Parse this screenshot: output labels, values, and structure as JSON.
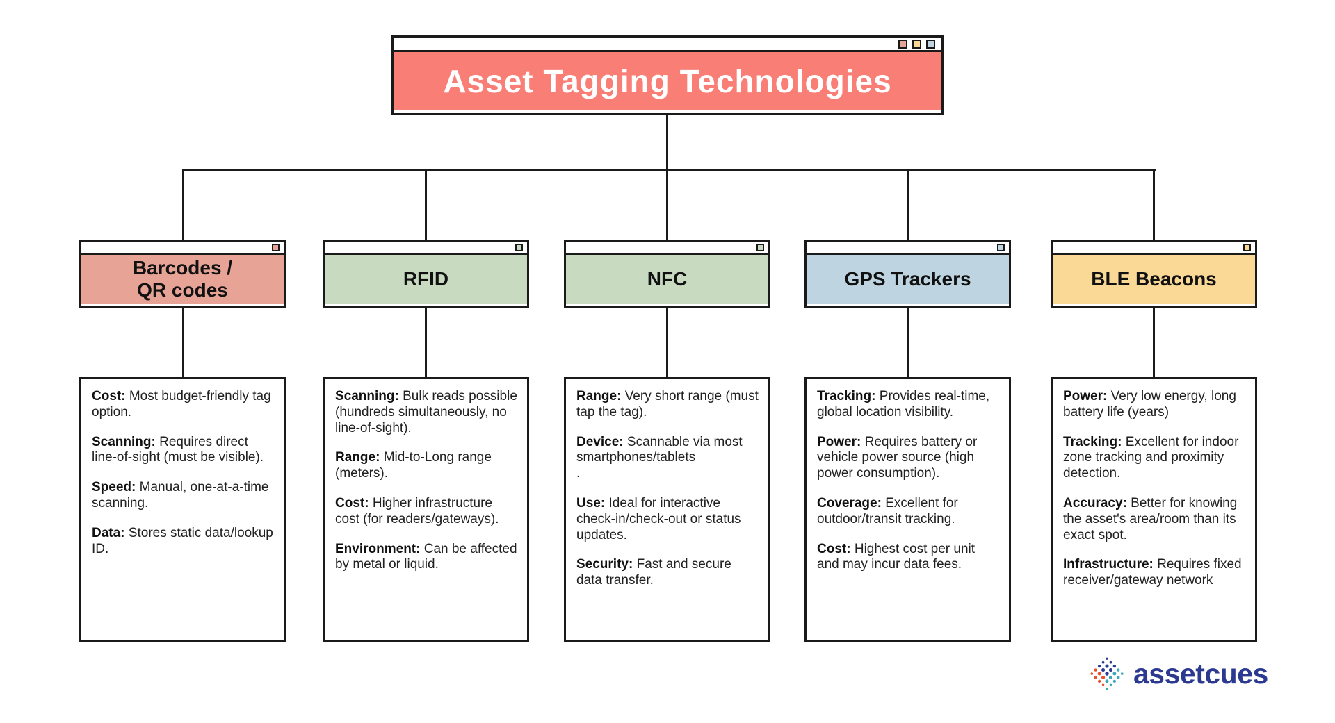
{
  "title": {
    "text": "Asset Tagging Technologies",
    "background": "#F87E76",
    "window_dots": [
      "#E7A396",
      "#FAD896",
      "#BED5E1"
    ]
  },
  "connector_color": "#1a1a1a",
  "cards": [
    {
      "title": "Barcodes /\nQR codes",
      "header_color": "#E7A396",
      "items": [
        {
          "label": "Cost:",
          "text": "Most budget-friendly tag option."
        },
        {
          "label": "Scanning:",
          "text": "Requires direct line-of-sight (must be visible)."
        },
        {
          "label": "Speed:",
          "text": "Manual, one-at-a-time scanning."
        },
        {
          "label": "Data:",
          "text": "Stores static data/lookup ID."
        }
      ]
    },
    {
      "title": "RFID",
      "header_color": "#C8DBC1",
      "items": [
        {
          "label": "Scanning:",
          "text": "Bulk reads possible (hundreds simultaneously, no line-of-sight)."
        },
        {
          "label": "Range:",
          "text": "Mid-to-Long range (meters)."
        },
        {
          "label": "Cost:",
          "text": "Higher infrastructure cost (for readers/gateways)."
        },
        {
          "label": "Environment:",
          "text": "Can be affected by metal or liquid."
        }
      ]
    },
    {
      "title": "NFC",
      "header_color": "#C8DBC1",
      "items": [
        {
          "label": "Range:",
          "text": "Very short range (must tap the tag)."
        },
        {
          "label": "Device:",
          "text": "Scannable via most smartphones/tablets\n."
        },
        {
          "label": "Use:",
          "text": "Ideal for interactive check-in/check-out or status updates."
        },
        {
          "label": "Security:",
          "text": "Fast and secure data transfer."
        }
      ]
    },
    {
      "title": "GPS Trackers",
      "header_color": "#BED5E1",
      "items": [
        {
          "label": "Tracking:",
          "text": "Provides real-time, global location visibility."
        },
        {
          "label": "Power:",
          "text": "Requires battery or vehicle power source (high power consumption)."
        },
        {
          "label": "Coverage:",
          "text": "Excellent for outdoor/transit tracking."
        },
        {
          "label": "Cost:",
          "text": "Highest cost per unit and may incur data fees."
        }
      ]
    },
    {
      "title": "BLE Beacons",
      "header_color": "#FAD896",
      "items": [
        {
          "label": "Power:",
          "text": "Very low energy, long battery life (years)"
        },
        {
          "label": "Tracking:",
          "text": "Excellent for indoor zone tracking and proximity detection."
        },
        {
          "label": "Accuracy:",
          "text": "Better for knowing the asset's area/room than its exact spot."
        },
        {
          "label": "Infrastructure:",
          "text": "Requires fixed receiver/gateway network"
        }
      ]
    }
  ],
  "logo": {
    "text": "assetcues",
    "text_color": "#2B3990",
    "dot_colors": {
      "orange": "#E8502E",
      "navy": "#2B3990",
      "teal": "#3CA7B7"
    }
  }
}
